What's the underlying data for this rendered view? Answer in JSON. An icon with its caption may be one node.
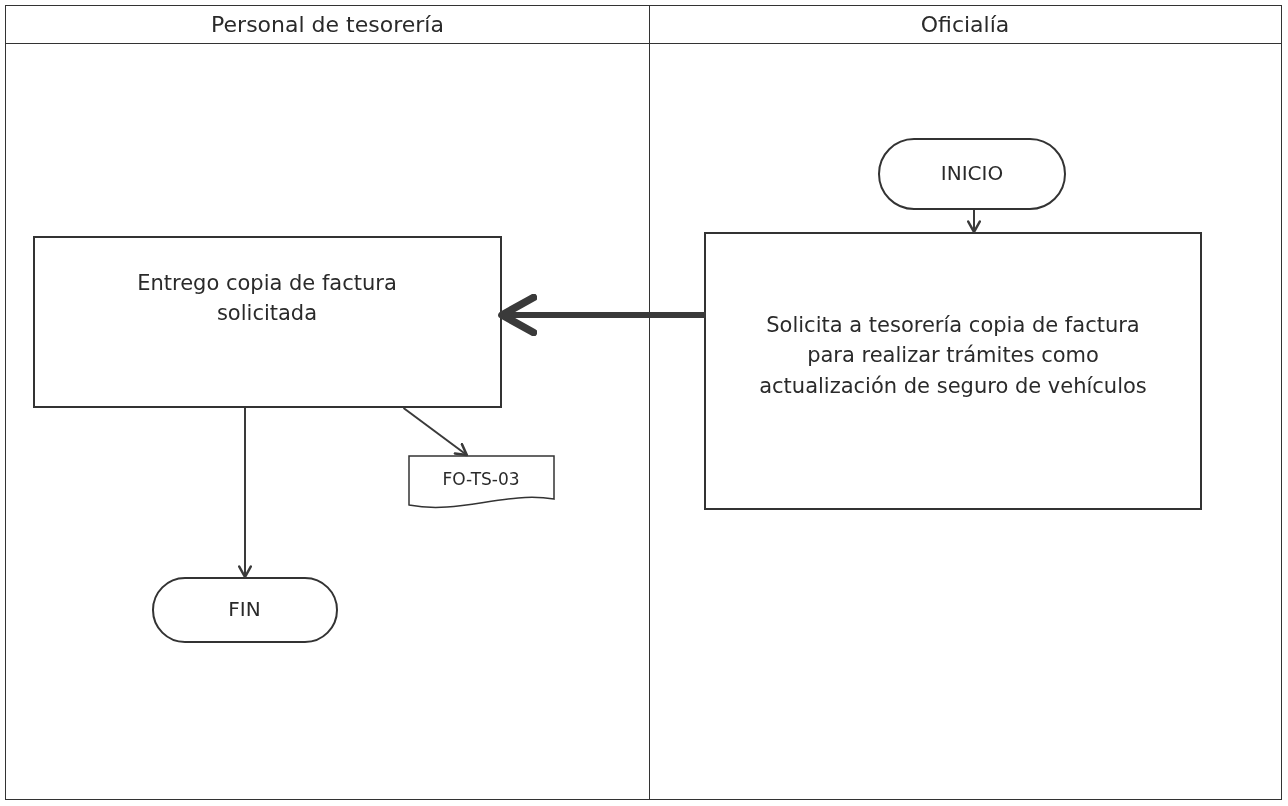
{
  "diagram": {
    "nodes": [
      {
        "text": [
          "Personal de tesorería"
        ]
      },
      {
        "text": [
          "Oficialía"
        ]
      },
      {
        "text": [
          "INICIO"
        ],
        "in": 1
      },
      {
        "text": [
          "Solicita a tesorería copia de factura para realizar trámites como actualización de seguro de vehículos"
        ],
        "in": 1
      },
      {
        "text": [
          "Entrego copia de factura solicitada"
        ],
        "in": 0
      },
      {
        "text": [
          "FO-TS-03"
        ],
        "in": 0
      },
      {
        "text": [
          "FIN"
        ],
        "in": 0
      }
    ],
    "edges": [
      {
        "from": 2,
        "to": 3,
        "arrow": "to"
      },
      {
        "from": 3,
        "to": 4,
        "arrow": "to",
        "style": "thick"
      },
      {
        "from": 4,
        "to": 5,
        "arrow": "to"
      },
      {
        "from": 4,
        "to": 6,
        "arrow": "to"
      }
    ]
  }
}
